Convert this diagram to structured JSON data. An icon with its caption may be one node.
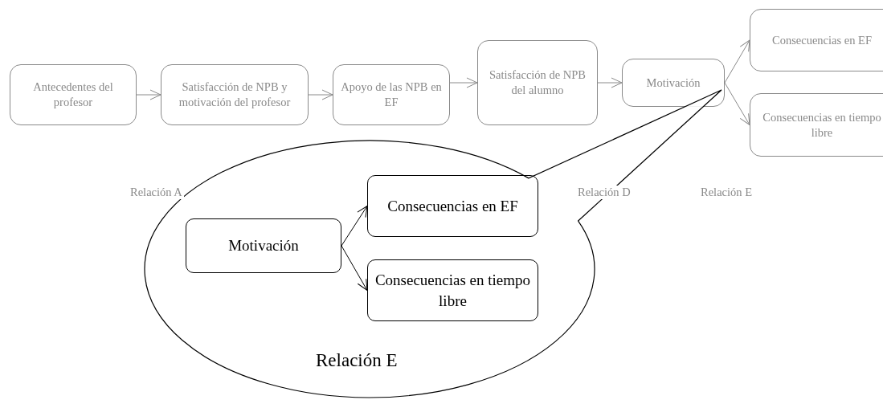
{
  "diagram": {
    "nodes": [
      {
        "text": [
          "Antecedentes del profesor"
        ]
      },
      {
        "text": [
          "Satisfacción de NPB y motivación del profesor"
        ]
      },
      {
        "text": [
          "Apoyo de las NPB en EF"
        ]
      },
      {
        "text": [
          "Satisfacción de NPB del alumno"
        ]
      },
      {
        "text": [
          "Motivación"
        ]
      },
      {
        "text": [
          "Consecuencias en EF"
        ]
      },
      {
        "text": [
          "Consecuencias en tiempo libre"
        ]
      },
      {
        "text": [
          "Relación E"
        ]
      },
      {
        "text": [
          "Motivación"
        ],
        "in": 7
      },
      {
        "text": [
          "Consecuencias en EF"
        ],
        "in": 7
      },
      {
        "text": [
          "Consecuencias en tiempo libre"
        ],
        "in": 7
      }
    ],
    "edges": [
      {
        "from": 0,
        "to": 1,
        "arrow": "to"
      },
      {
        "from": 1,
        "to": 2,
        "arrow": "to"
      },
      {
        "from": 2,
        "to": 3,
        "arrow": "to"
      },
      {
        "from": 3,
        "to": 4,
        "arrow": "to"
      },
      {
        "from": 4,
        "to": 5,
        "arrow": "to"
      },
      {
        "from": 4,
        "to": 6,
        "arrow": "to"
      },
      {
        "from": 8,
        "to": 9,
        "arrow": "to",
        "color": "#000000"
      },
      {
        "from": 8,
        "to": 10,
        "arrow": "to",
        "color": "#000000"
      }
    ],
    "labels": [
      "Relación A",
      "Relación D",
      "Relación E"
    ]
  }
}
